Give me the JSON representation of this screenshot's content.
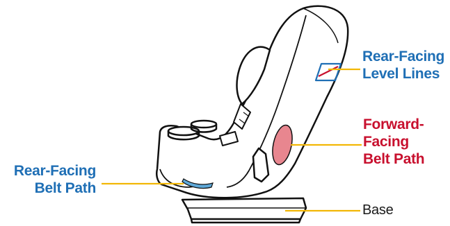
{
  "colors": {
    "blue_label": "#1f6fb5",
    "red_label": "#c8102e",
    "leader_line": "#f2b705",
    "seat_outline": "#111111",
    "rear_facing_belt_path": "#5ea8d8",
    "forward_facing_belt_path": "#e8868f"
  },
  "labels": {
    "rear_facing_level_lines": [
      "Rear-Facing",
      "Level Lines"
    ],
    "forward_facing_belt_path": [
      "Forward-",
      "Facing",
      "Belt Path"
    ],
    "rear_facing_belt_path": [
      "Rear-Facing",
      "Belt Path"
    ],
    "base": "Base"
  }
}
